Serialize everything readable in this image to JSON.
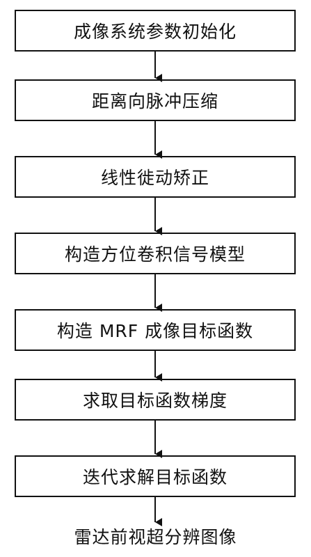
{
  "flowchart": {
    "steps": [
      "成像系统参数初始化",
      "距离向脉冲压缩",
      "线性徙动矫正",
      "构造方位卷积信号模型",
      "构造 MRF 成像目标函数",
      "求取目标函数梯度",
      "迭代求解目标函数"
    ],
    "result": "雷达前视超分辨图像"
  }
}
